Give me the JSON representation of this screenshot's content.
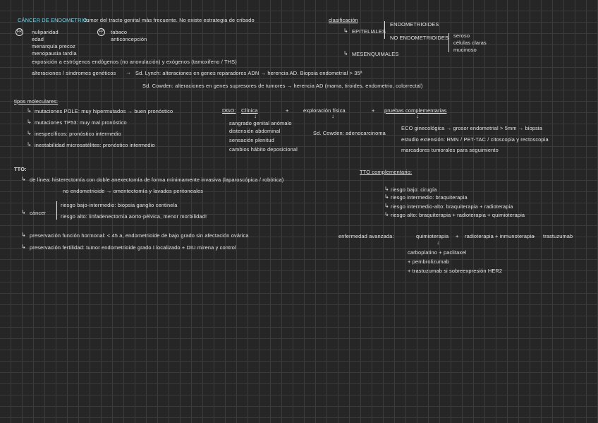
{
  "title": "CÁNCER DE ENDOMETRIO:",
  "intro": "tumor del tracto genital más frecuente. No existe estrategia de cribado",
  "badge_risk": "FR",
  "badge_protect": "FP",
  "risk_factors": [
    "nuliparidad",
    "edad",
    "menarquía precoz",
    "menopausia tardía",
    "exposición a estrógenos endógenos (no anovulación) y exógenos (tamoxifeno / THS)"
  ],
  "protective_factors": [
    "tabaco",
    "anticoncepción"
  ],
  "genetic": "alteraciones / síndromes genéticos",
  "lynch": "Sd. Lynch: alteraciones en genes reparadores ADN → herencia AD. Biopsia endometrial > 35ª",
  "cowden": "Sd. Cowden: alteraciones en genes supresores de tumores → herencia AD (mama, tiroides, endometrio, colorrectal)",
  "classification": {
    "title": "clasificación",
    "epitelial": "EPITELIALES",
    "endometrioides": "ENDOMETRIOIDES",
    "no_endometrioides": "NO ENDOMETRIOIDES",
    "subtypes": [
      "seroso",
      "células claras",
      "mucinoso"
    ],
    "mesenquimales": "MESENQUIMALES"
  },
  "molecular": {
    "title": "tipos moleculares:",
    "items": [
      "mutaciones POLE: muy hipermutados → buen pronóstico",
      "mutaciones TP53: muy mal pronóstico",
      "inespecíficos: pronóstico intermedio",
      "inestabilidad microsatélites: pronóstico intermedio"
    ]
  },
  "diagnosis": {
    "dgo": "DGO:",
    "clinica": "Clínica",
    "exploracion": "exploración física",
    "pruebas": "pruebas complementarias",
    "symptoms": [
      "sangrado genital anómalo",
      "distensión abdominal",
      "sensación plenitud",
      "cambios hábito deposicional"
    ],
    "ovario": "Sd. Cowden: adenocarcinoma",
    "tests": [
      "ECO ginecológica → grosor endometrial > 5mm → biopsia",
      "estudio extensión: RMN / PET-TAC / citoscopia y rectoscopia",
      "marcadores tumorales para seguimiento"
    ]
  },
  "treatment": {
    "tto": "TTO:",
    "line1": "de línea: histerectomía con doble anexectomía de forma mínimamente invasiva (laparoscópica / robótica)",
    "line2": "no endometrioide → omentectomía y lavados peritoneales",
    "cancer": "cáncer",
    "risk_low_int": "riesgo bajo-intermedio: biopsia ganglio centinela",
    "risk_high": "riesgo alto: linfadenectomía aorto-pélvica, menor morbilidad!",
    "preserve1": "preservación función hormonal: < 45 a, endometrioide de bajo grado sin afectación ovárica",
    "preserve2": "preservación fertilidad: tumor endometrioide grado I localizado + DIU mirena y control"
  },
  "complementary": {
    "title": "TTO complementario:",
    "items": [
      "riesgo bajo: cirugía",
      "riesgo intermedio: braquiterapia",
      "riesgo intermedio-alto: braquiterapia + radioterapia",
      "riesgo alto: braquiterapia + radioterapia + quimioterapia"
    ]
  },
  "advanced": {
    "label": "enfermedad avanzada:",
    "q1": "quimioterapia",
    "q2": "radioterapia + inmunoterapia",
    "q3": "trastuzumab",
    "items": [
      "carboplatino + paclitaxel",
      "+ pembrolizumab",
      "+ trastuzumab si sobreexpresión HER2"
    ]
  }
}
